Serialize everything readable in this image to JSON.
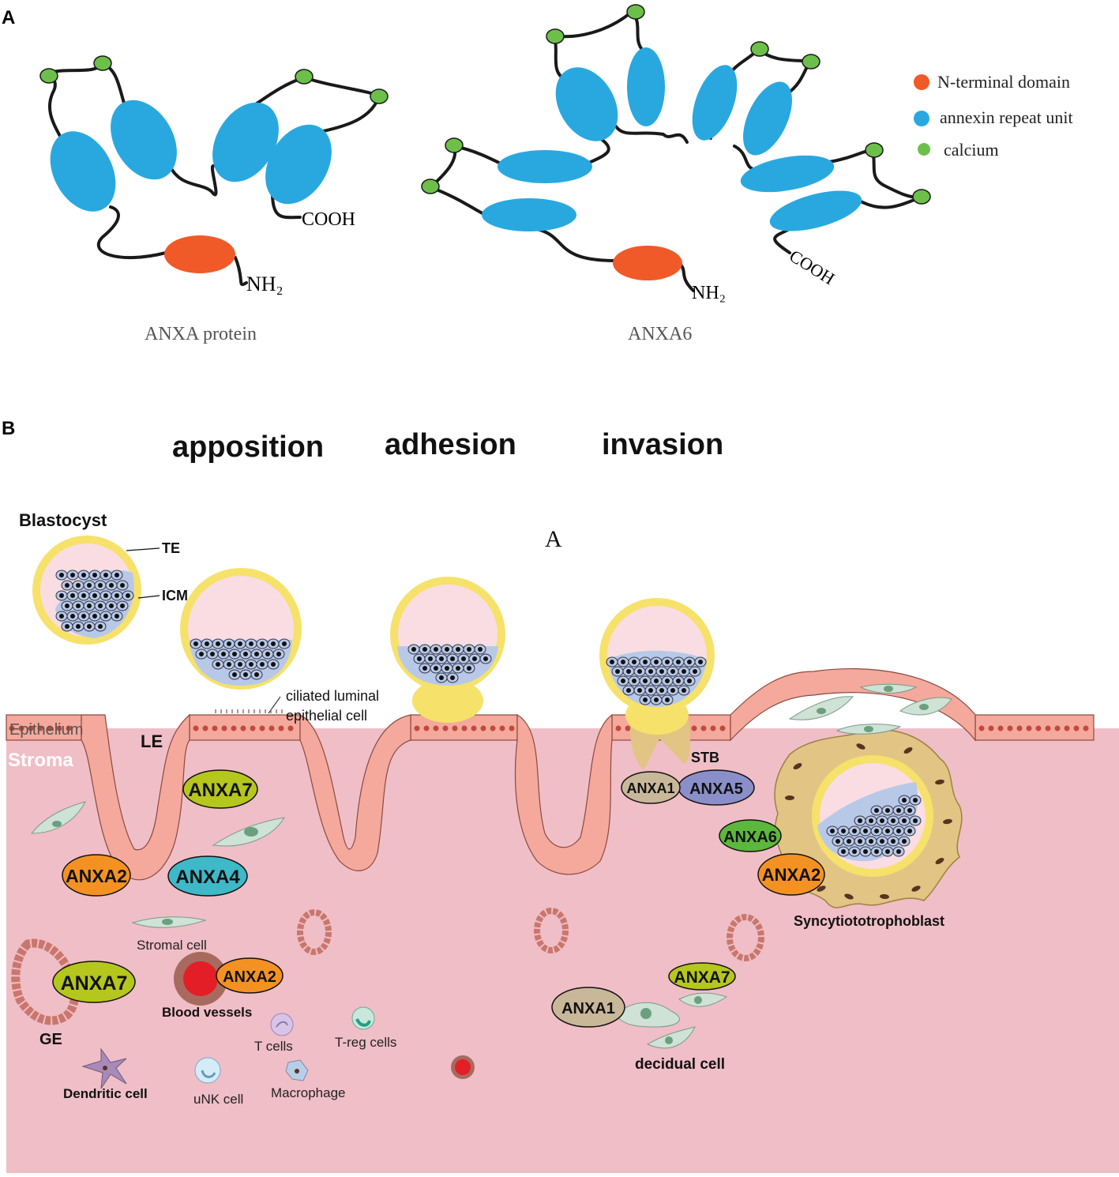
{
  "panel_a": {
    "label": "A",
    "anxa_protein": {
      "caption": "ANXA protein",
      "nh2": "NH₂",
      "cooh": "COOH"
    },
    "anxa6": {
      "caption": "ANXA6",
      "nh2": "NH₂",
      "cooh": "COOH"
    },
    "legend": [
      {
        "label": "N-terminal domain",
        "color": "#f05a28"
      },
      {
        "label": "annexin repeat unit",
        "color": "#29a8e0"
      },
      {
        "label": "calcium",
        "color": "#6cc04a"
      }
    ]
  },
  "panel_b": {
    "label": "B",
    "stages": [
      "apposition",
      "adhesion",
      "invasion"
    ],
    "floating_letter": "A",
    "blastocyst": {
      "title": "Blastocyst",
      "te": "TE",
      "icm": "ICM"
    },
    "labels": {
      "ciliated": "ciliated luminal",
      "ciliated2": "epithelial cell",
      "epithelium": "Epithelium",
      "stroma": "Stroma",
      "le": "LE",
      "stb": "STB",
      "syncytio": "Syncytiototrophoblast",
      "stromal_cell": "Stromal cell",
      "blood_vessels": "Blood vessels",
      "ge": "GE",
      "t_cells": "T cells",
      "treg": "T-reg cells",
      "dendritic": "Dendritic cell",
      "unk": "uNK cell",
      "macrophage": "Macrophage",
      "decidual": "decidual cell"
    },
    "annexins": {
      "anxa7_top": "ANXA7",
      "anxa2_left": "ANXA2",
      "anxa4": "ANXA4",
      "anxa7_ge": "ANXA7",
      "anxa2_vessel": "ANXA2",
      "anxa1_stb": "ANXA1",
      "anxa5": "ANXA5",
      "anxa6": "ANXA6",
      "anxa2_right": "ANXA2",
      "anxa7_dec": "ANXA7",
      "anxa1_dec": "ANXA1"
    },
    "colors": {
      "anxa7": "#b5c61c",
      "anxa2": "#f39223",
      "anxa4": "#3fb8c8",
      "anxa1": "#c9b79a",
      "anxa5": "#8a8fc9",
      "anxa6": "#5cb83c",
      "stroma": "#f0bec6",
      "epi": "#f4a99c",
      "te": "#f6e16b"
    }
  }
}
